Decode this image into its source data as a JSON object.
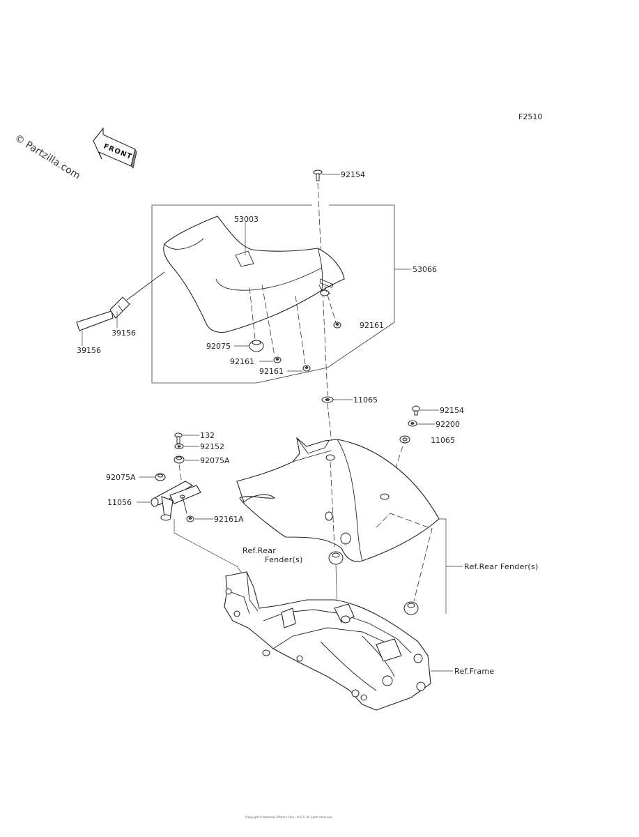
{
  "figure_code": "F2510",
  "watermark": "© Partzilla.com",
  "front_label": "FRONT",
  "labels": {
    "p92154_top": "92154",
    "p53003": "53003",
    "p53066": "53066",
    "p92161_right": "92161",
    "p39156_a": "39156",
    "p39156_b": "39156",
    "p92075": "92075",
    "p92161_a": "92161",
    "p92161_b": "92161",
    "p11065_center": "11065",
    "p92154_right": "92154",
    "p92200": "92200",
    "p11065_right": "11065",
    "p132": "132",
    "p92152": "92152",
    "p92075A_right": "92075A",
    "p92075A_left": "92075A",
    "p11056": "11056",
    "p92161A": "92161A",
    "ref_rear_fender_left_1": "Ref.Rear",
    "ref_rear_fender_left_2": "Fender(s)",
    "ref_rear_fender_right": "Ref.Rear Fender(s)",
    "ref_frame": "Ref.Frame"
  },
  "footer": {
    "line1": "Copyright © Kawasaki Motors Corp., U.S.A. All rights reserved."
  }
}
